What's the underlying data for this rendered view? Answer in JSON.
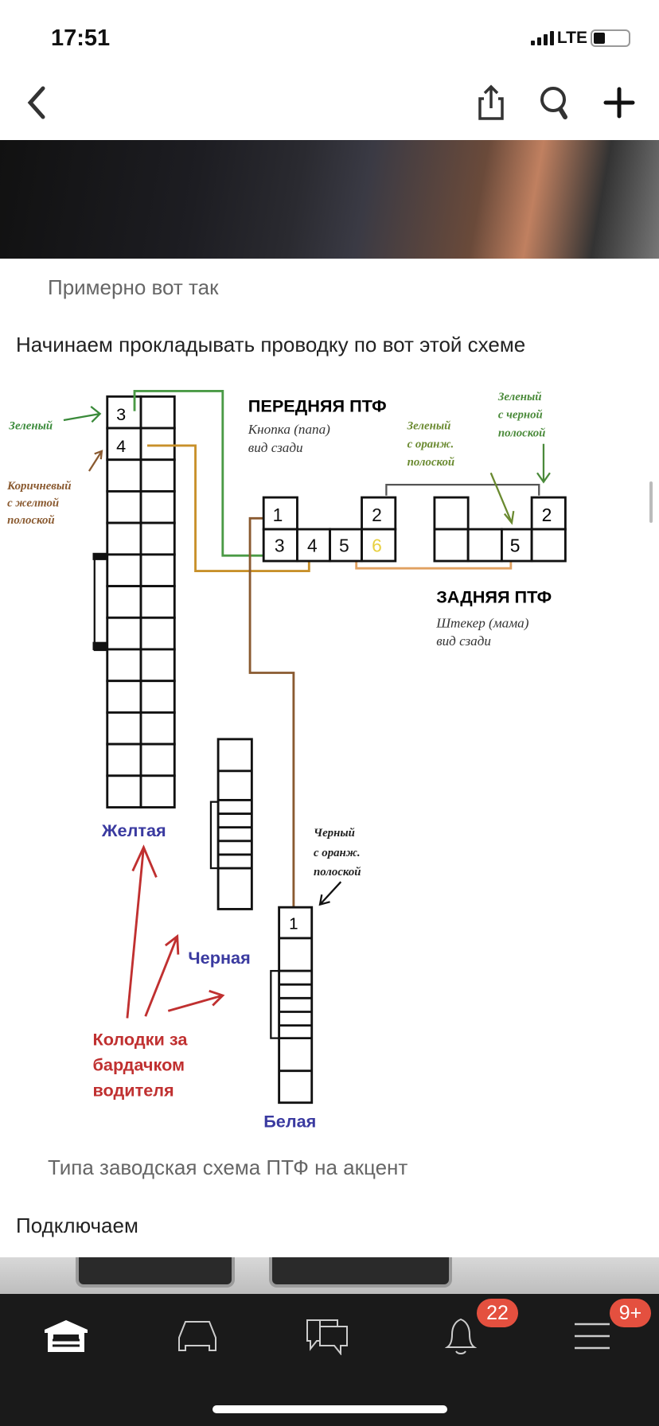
{
  "status_bar": {
    "time": "17:51",
    "network": "LTE",
    "battery_level": 0.3
  },
  "nav": {
    "back_icon": "chevron-left-icon",
    "share_icon": "share-icon",
    "search_icon": "search-icon",
    "add_icon": "plus-icon"
  },
  "post": {
    "caption1": "Примерно вот так",
    "paragraph1": "Начинаем прокладывать проводку по вот этой схеме",
    "caption2": "Типа заводская схема ПТФ на акцент",
    "paragraph2": "Подключаем"
  },
  "diagram": {
    "front_title": "ПЕРЕДНЯЯ ПТФ",
    "front_sub1": "Кнопка (папа)",
    "front_sub2": "вид сзади",
    "rear_title": "ЗАДНЯЯ ПТФ",
    "rear_sub1": "Штекер (мама)",
    "rear_sub2": "вид сзади",
    "green_label": "Зеленый",
    "brown_label": [
      "Коричневый",
      "с желтой",
      "полоской"
    ],
    "green_orange_label": [
      "Зеленый",
      "с оранж.",
      "полоской"
    ],
    "green_black_label": [
      "Зеленый",
      "с черной",
      "полоской"
    ],
    "black_orange_label": [
      "Черный",
      "с оранж.",
      "полоской"
    ],
    "yellow_block": "Желтая",
    "black_block": "Черная",
    "white_block": "Белая",
    "blocks_note": [
      "Колодки за",
      "бардачком",
      "водителя"
    ],
    "left_pins": [
      "3",
      "4"
    ],
    "front_pins_top": [
      "1",
      "2"
    ],
    "front_pins_bottom": [
      "3",
      "4",
      "5",
      "6"
    ],
    "rear_pins": [
      "2",
      "5"
    ],
    "white_pin": "1"
  },
  "tabbar": {
    "tabs": [
      "garage-icon",
      "car-icon",
      "chat-icon",
      "bell-icon",
      "menu-icon"
    ],
    "notifications_badge": "22",
    "menu_badge": "9+",
    "badge_color": "#e4503f"
  }
}
